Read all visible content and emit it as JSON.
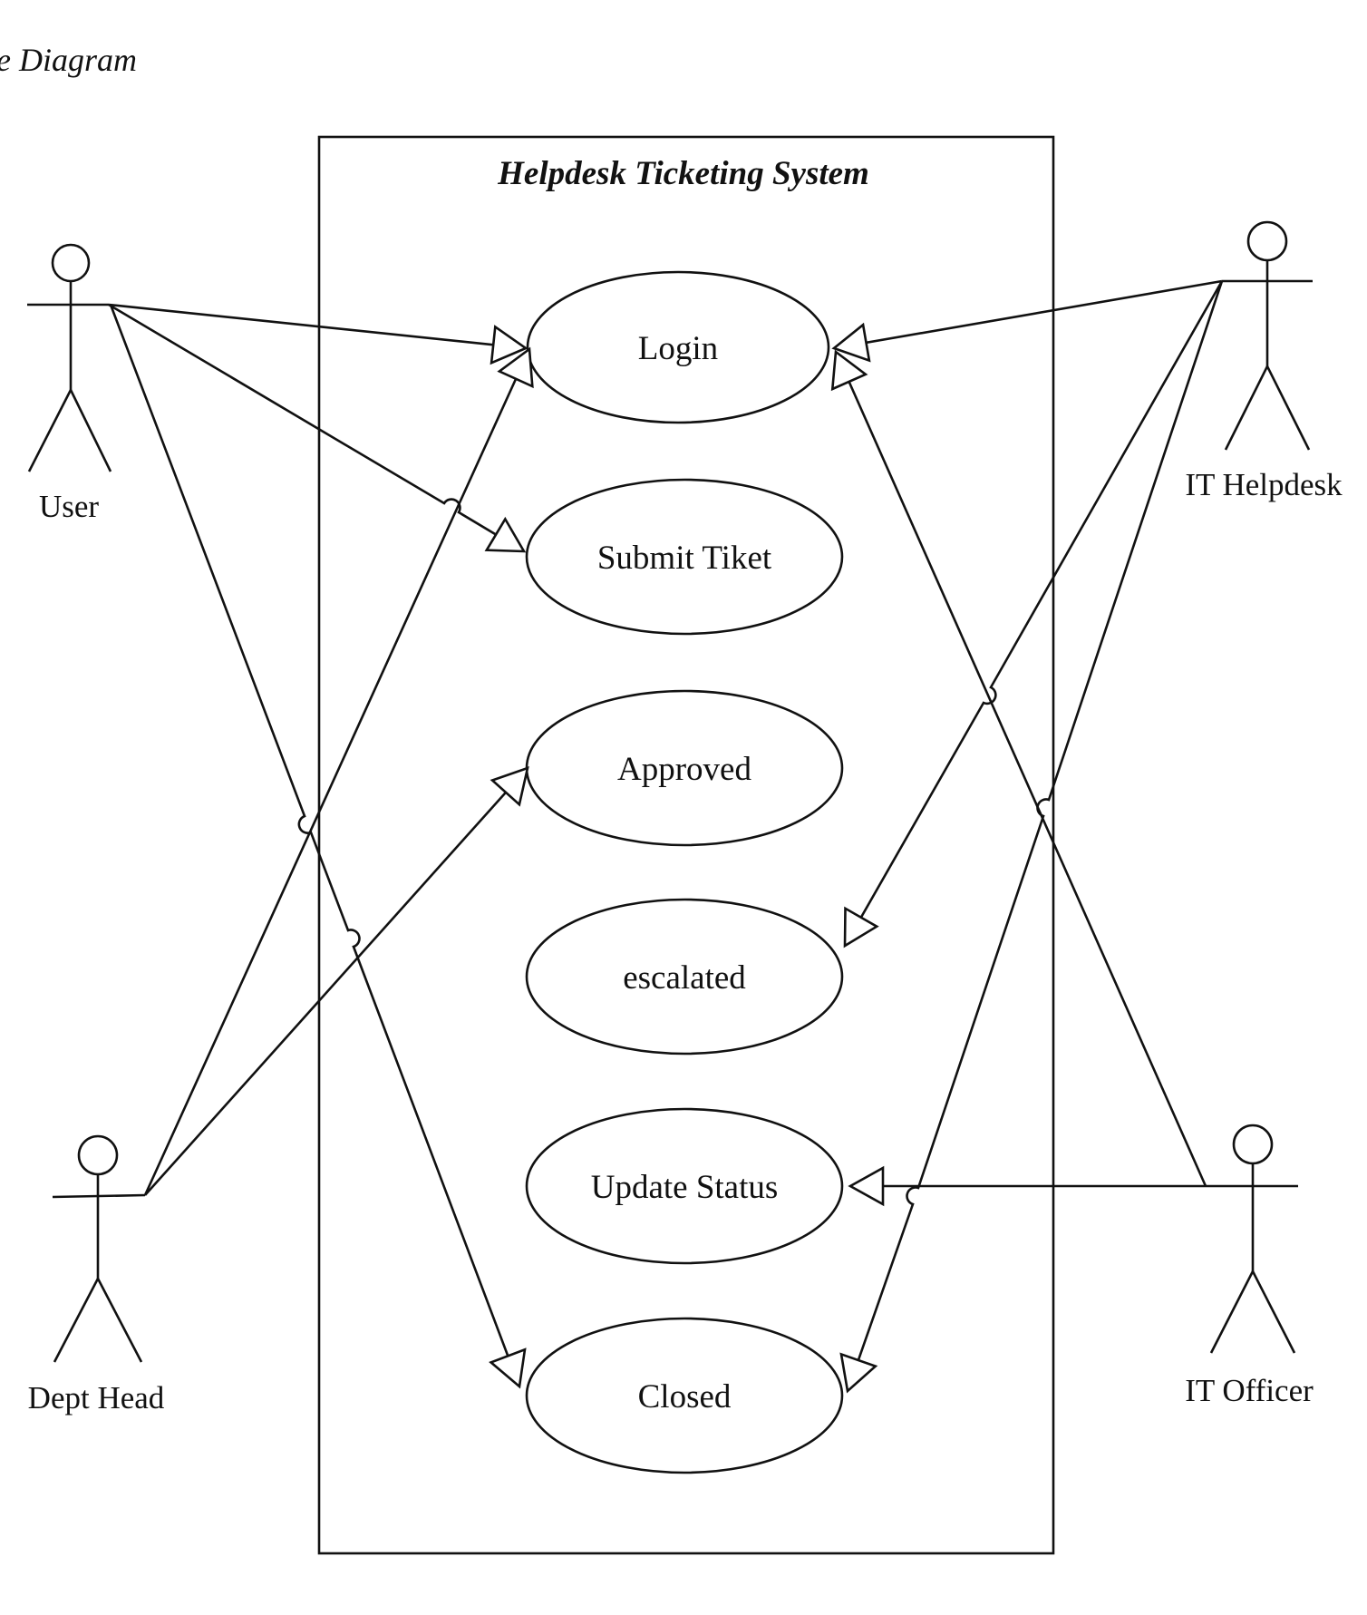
{
  "heading": "e Diagram",
  "system": {
    "title": "Helpdesk Ticketing System"
  },
  "use_cases": {
    "login": "Login",
    "submit_tiket": "Submit Tiket",
    "approved": "Approved",
    "escalated": "escalated",
    "update_status": "Update Status",
    "closed": "Closed"
  },
  "actors": {
    "user": "User",
    "dept_head": "Dept Head",
    "it_helpdesk": "IT Helpdesk",
    "it_officer": "IT Officer"
  },
  "associations": [
    {
      "from": "User",
      "to": "Login"
    },
    {
      "from": "User",
      "to": "Submit Tiket"
    },
    {
      "from": "User",
      "to": "Closed"
    },
    {
      "from": "Dept Head",
      "to": "Login"
    },
    {
      "from": "Dept Head",
      "to": "Approved"
    },
    {
      "from": "IT Helpdesk",
      "to": "Login"
    },
    {
      "from": "IT Helpdesk",
      "to": "escalated"
    },
    {
      "from": "IT Helpdesk",
      "to": "Closed"
    },
    {
      "from": "IT Officer",
      "to": "Login"
    },
    {
      "from": "IT Officer",
      "to": "Update Status"
    }
  ]
}
